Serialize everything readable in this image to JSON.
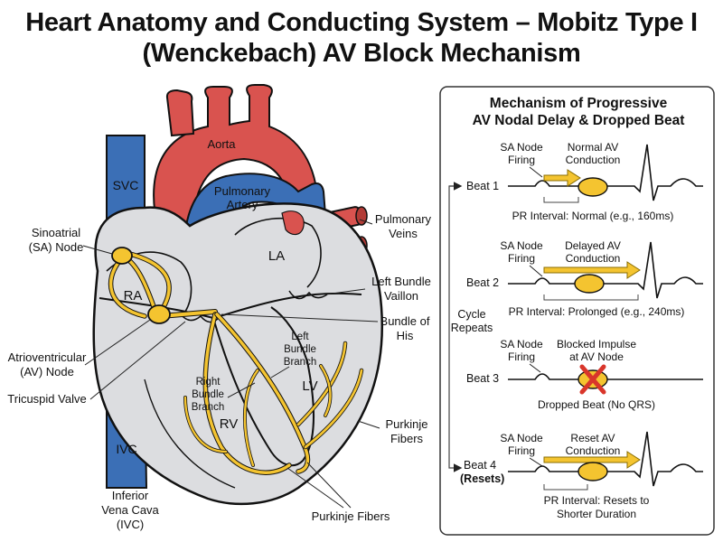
{
  "title": {
    "line1": "Heart Anatomy and Conducting System – Mobitz Type I",
    "line2": "(Wenckebach) AV Block Mechanism"
  },
  "colors": {
    "vein_blue": "#3b6fb6",
    "artery_red": "#d9534f",
    "chamber_gray": "#dcdde0",
    "conduction_yellow": "#f4c430",
    "block_red": "#d9362b"
  },
  "heart": {
    "aorta": "Aorta",
    "svc": "SVC",
    "pulmonary_artery": [
      "Pulmonary",
      "Artery"
    ],
    "pulmonary_veins": [
      "Pulmonary",
      "Veins"
    ],
    "la": "LA",
    "ra": "RA",
    "lv": "LV",
    "rv": "RV",
    "ivc": "IVC",
    "sa_node": [
      "Sinoatrial",
      "(SA) Node"
    ],
    "av_node": [
      "Atrioventricular",
      "(AV) Node"
    ],
    "tricuspid_valve": "Tricuspid Valve",
    "inferior_vena_cava": [
      "Inferior",
      "Vena Cava",
      "(IVC)"
    ],
    "left_bundle_vaillon": [
      "Left Bundle",
      "Vaillon"
    ],
    "bundle_of_his": [
      "Bundle of",
      "His"
    ],
    "left_bundle_branch": [
      "Left",
      "Bundle",
      "Branch"
    ],
    "right_bundle_branch": [
      "Right",
      "Bundle",
      "Branch"
    ],
    "purkinje_fibers_right": [
      "Purkinje",
      "Fibers"
    ],
    "purkinje_fibers_bottom": "Purkinje Fibers"
  },
  "panel": {
    "title": [
      "Mechanism of Progressive",
      "AV Nodal Delay & Dropped Beat"
    ],
    "cycle_repeats": [
      "Cycle",
      "Repeats"
    ],
    "beats": [
      {
        "label": [
          "Beat 1"
        ],
        "sa": [
          "SA Node",
          "Firing"
        ],
        "av": [
          "Normal AV",
          "Conduction"
        ],
        "pr": [
          "PR Interval: Normal (e.g., 160ms)"
        ],
        "state": "normal"
      },
      {
        "label": [
          "Beat 2"
        ],
        "sa": [
          "SA Node",
          "Firing"
        ],
        "av": [
          "Delayed AV",
          "Conduction"
        ],
        "pr": [
          "PR Interval: Prolonged (e.g., 240ms)"
        ],
        "state": "delayed"
      },
      {
        "label": [
          "Beat 3"
        ],
        "sa": [
          "SA Node",
          "Firing"
        ],
        "av": [
          "Blocked Impulse",
          "at AV Node"
        ],
        "pr": [
          "Dropped Beat (No QRS)"
        ],
        "state": "blocked"
      },
      {
        "label": [
          "Beat 4",
          "(Resets)"
        ],
        "sa": [
          "SA Node",
          "Firing"
        ],
        "av": [
          "Reset AV",
          "Conduction"
        ],
        "pr": [
          "PR Interval: Resets to",
          "Shorter Duration"
        ],
        "state": "reset"
      }
    ]
  }
}
